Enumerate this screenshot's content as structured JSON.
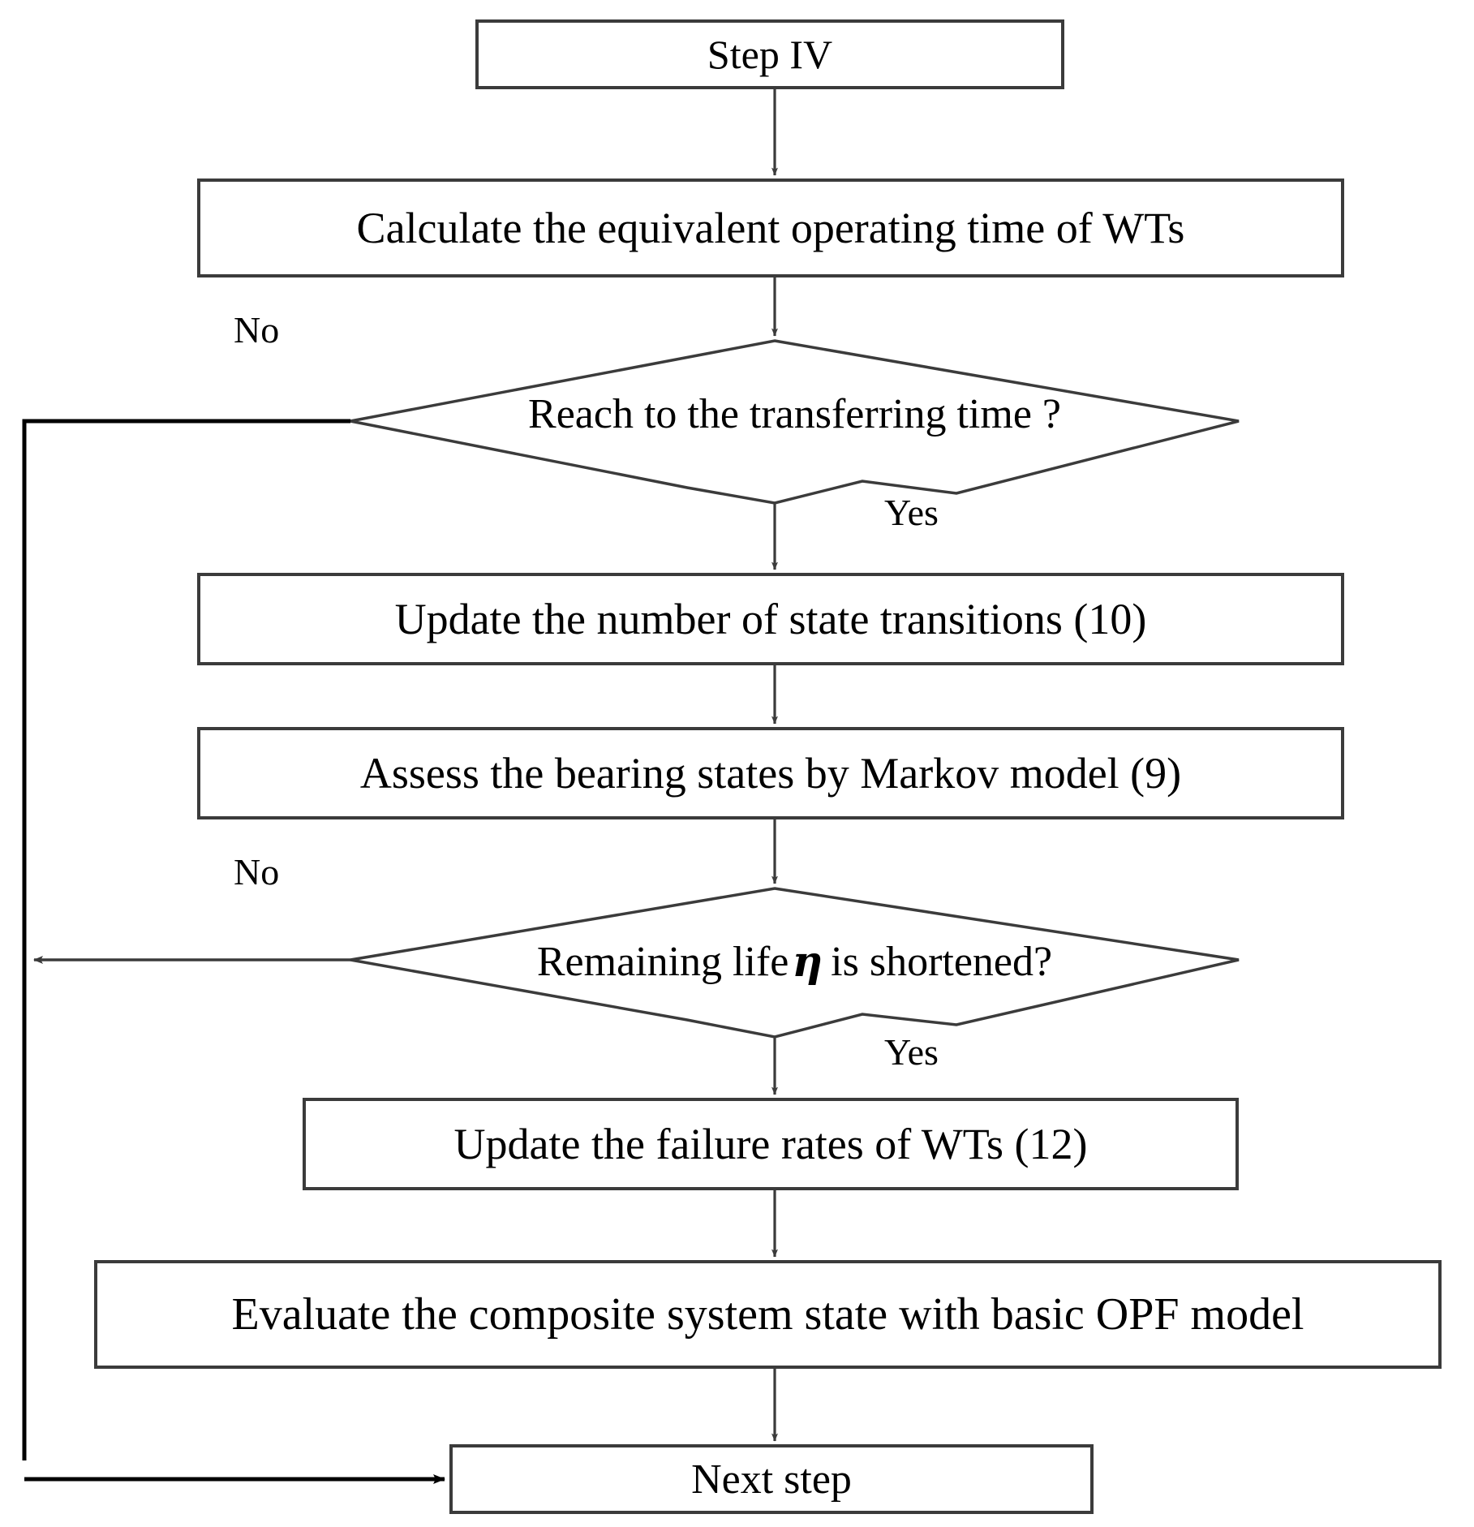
{
  "diagram": {
    "title": "Step IV flowchart",
    "stroke_color": "#3b3b3b",
    "line_color": "#000000",
    "text_color": "#000000",
    "background": "#ffffff"
  },
  "nodes": {
    "step_iv": {
      "label": "Step IV",
      "shape": "process"
    },
    "calc_equiv_time": {
      "label": "Calculate the equivalent operating time of WTs",
      "shape": "process"
    },
    "reach_transfer_time": {
      "label": "Reach to the transferring time ?",
      "shape": "decision"
    },
    "update_state_transitions": {
      "label": "Update the number of state transitions (10)",
      "shape": "process"
    },
    "assess_bearing_states": {
      "label": "Assess the bearing states by Markov model (9)",
      "shape": "process"
    },
    "remaining_life": {
      "prefix": "Remaining life",
      "symbol": "η",
      "suffix": "is shortened?",
      "shape": "decision"
    },
    "update_failure_rates": {
      "label": "Update the failure rates of WTs (12)",
      "shape": "process"
    },
    "evaluate_opf": {
      "label": "Evaluate the composite system state with basic OPF model",
      "shape": "process"
    },
    "next_step": {
      "label": "Next step",
      "shape": "process"
    }
  },
  "edge_labels": {
    "no_transfer": "No",
    "yes_transfer": "Yes",
    "no_life": "No",
    "yes_life": "Yes"
  }
}
